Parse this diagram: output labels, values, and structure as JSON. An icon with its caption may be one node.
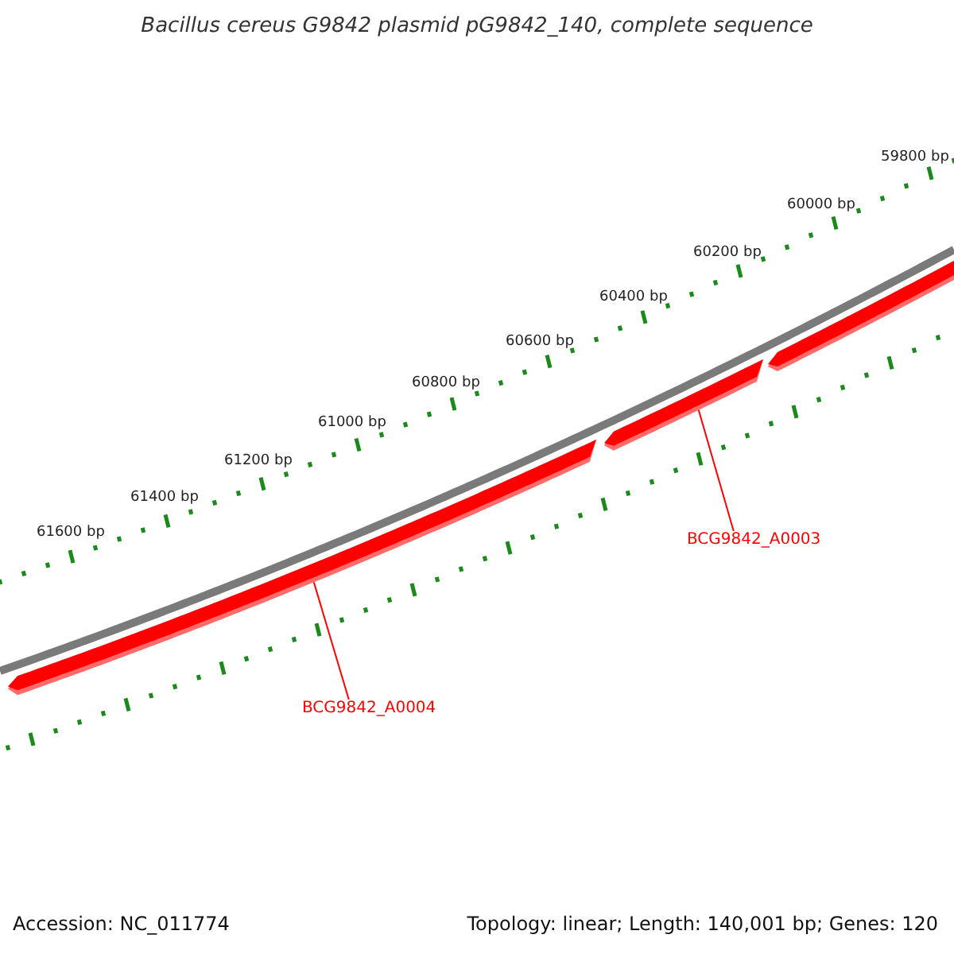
{
  "diagram": {
    "title": "Bacillus cereus G9842 plasmid pG9842_140, complete sequence",
    "nodes": [
      {
        "text": [],
        "shape": "bar"
      },
      {
        "text": [],
        "shape": "bar"
      },
      {
        "text": [],
        "shape": "bar"
      },
      {
        "text": [
          "BCG9842_A0003"
        ]
      },
      {
        "text": [
          "BCG9842_A0004"
        ]
      }
    ],
    "edges": [
      {
        "from": 3,
        "to": 1,
        "arrow": "none"
      },
      {
        "from": 4,
        "to": 0,
        "arrow": "none"
      }
    ],
    "labels": [
      "59800 bp",
      "60000 bp",
      "60200 bp",
      "60400 bp",
      "60600 bp",
      "60800 bp",
      "61000 bp",
      "61200 bp",
      "61400 bp",
      "61600 bp",
      "Accession: NC_011774",
      "Topology: linear; Length: 140,001 bp; Genes: 120"
    ]
  }
}
